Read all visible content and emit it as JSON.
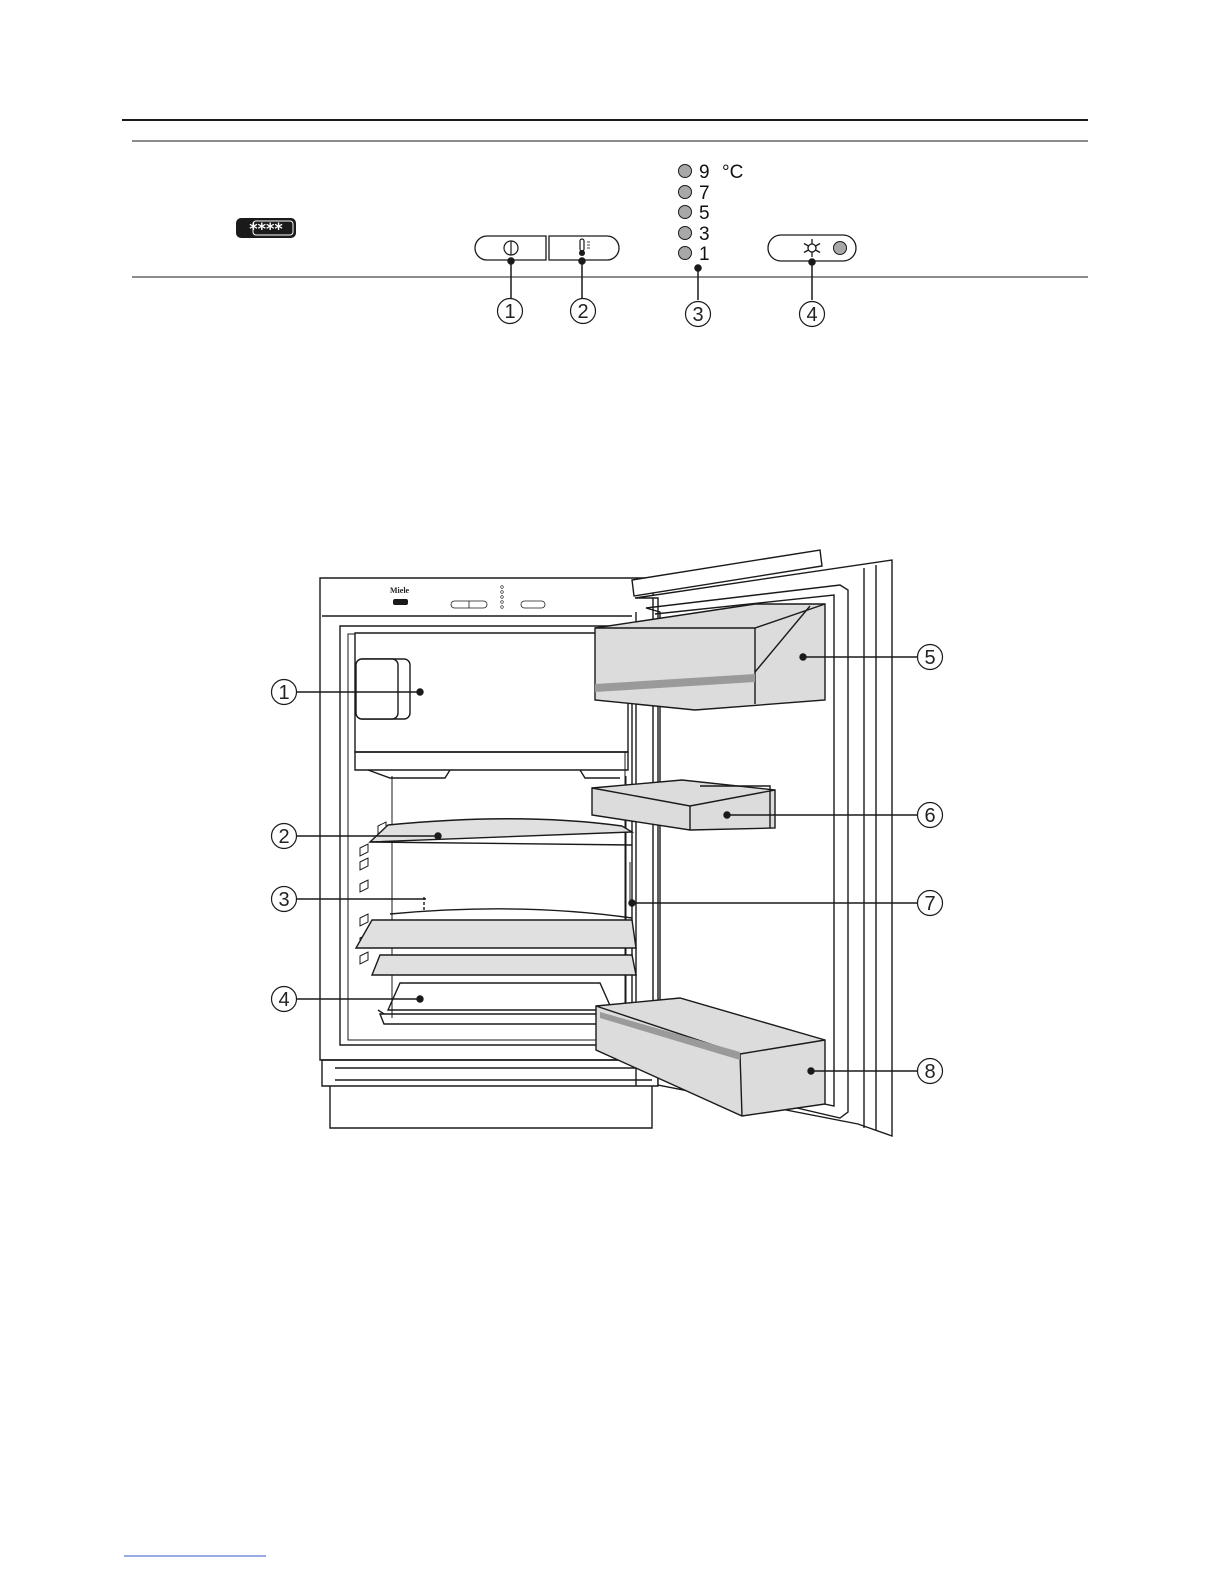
{
  "control_panel": {
    "freezer_rating": "****",
    "temperature_scale": {
      "unit": "°C",
      "levels": [
        "9",
        "7",
        "5",
        "3",
        "1"
      ]
    },
    "callouts": [
      "1",
      "2",
      "3",
      "4"
    ]
  },
  "appliance": {
    "brand": "Miele",
    "callouts": [
      "1",
      "2",
      "3",
      "4",
      "5",
      "6",
      "7",
      "8"
    ]
  },
  "colors": {
    "line": "#1a1a1a",
    "shelf": "#e0e0e0",
    "box": "#dcdcdc",
    "trim": "#9a9a9a",
    "led": "#a8a8a8"
  }
}
